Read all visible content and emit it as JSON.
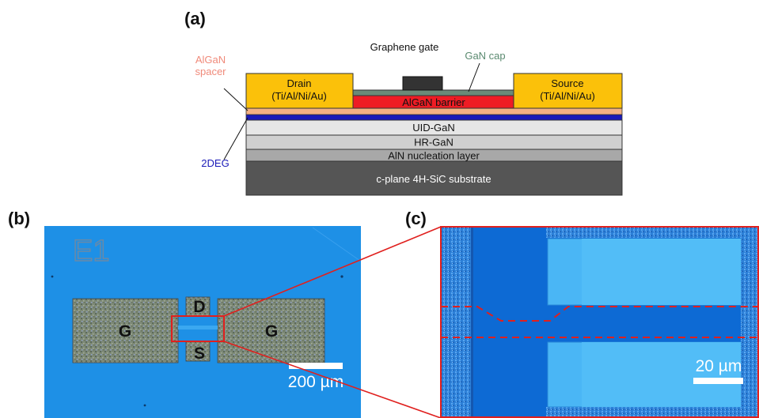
{
  "panels": {
    "a": "(a)",
    "b": "(b)",
    "c": "(c)"
  },
  "schematic": {
    "graphene_gate": "Graphene gate",
    "gan_cap": "GaN cap",
    "algan_spacer_line1": "AlGaN",
    "algan_spacer_line2": "spacer",
    "drain_line1": "Drain",
    "drain_line2": "(Ti/Al/Ni/Au)",
    "source_line1": "Source",
    "source_line2": "(Ti/Al/Ni/Au)",
    "algan_barrier": "AlGaN barrier",
    "uid_gan": "UID-GaN",
    "hr_gan": "HR-GaN",
    "aln": "AlN nucleation layer",
    "substrate": "c-plane 4H-SiC substrate",
    "twodeg": "2DEG"
  },
  "micrograph_b": {
    "sample_id": "E1",
    "gate_left": "G",
    "gate_right": "G",
    "drain": "D",
    "source": "S",
    "scale_bar": "200 µm"
  },
  "micrograph_c": {
    "scale_bar": "20 µm"
  },
  "colors": {
    "contact_gold": "#fbc10a",
    "barrier_red": "#ee1c24",
    "cap_green": "#6a8a78",
    "spacer_orange": "#f4b183",
    "twodeg_blue": "#1a1ab8",
    "spacer_label": "#f08a7a",
    "cap_label": "#5a8a70",
    "micro_blue": "#1e90e6",
    "zoom_red": "#e0201e"
  }
}
